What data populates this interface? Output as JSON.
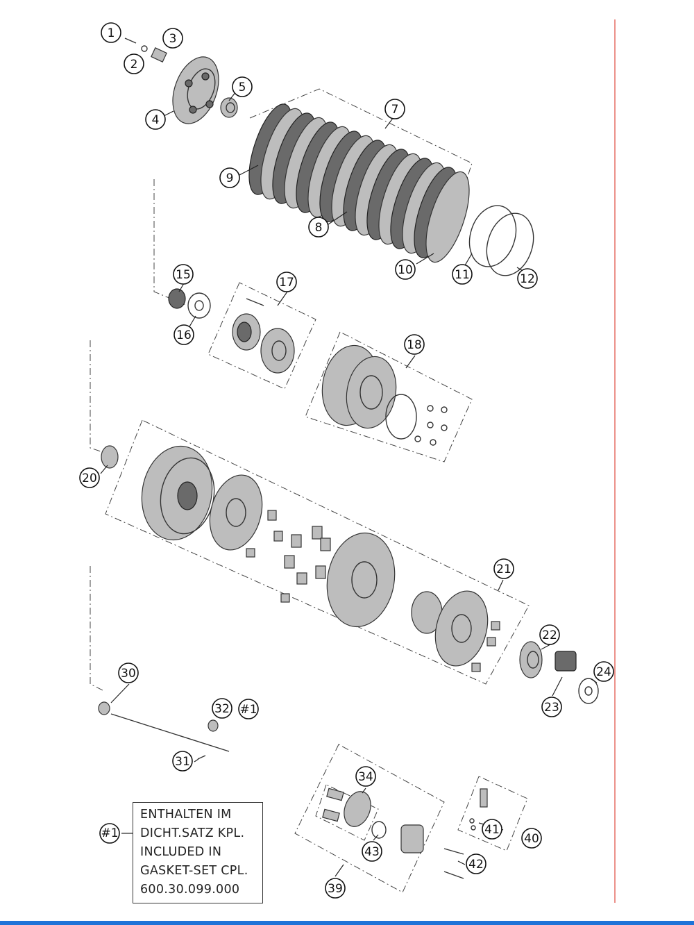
{
  "diagram": {
    "callouts": [
      "1",
      "2",
      "3",
      "4",
      "5",
      "7",
      "9",
      "8",
      "10",
      "11",
      "12",
      "15",
      "16",
      "17",
      "18",
      "20",
      "21",
      "22",
      "23",
      "24",
      "30",
      "32",
      "#1",
      "31",
      "34",
      "43",
      "39",
      "40",
      "41",
      "42"
    ],
    "note_marker": "#1",
    "note_lines": [
      "ENTHALTEN IM",
      "DICHT.SATZ KPL.",
      "INCLUDED IN",
      "GASKET-SET CPL.",
      "600.30.099.000"
    ]
  },
  "colors": {
    "accent_line": "#e0483c",
    "bottom_bar": "#1e73d8"
  }
}
